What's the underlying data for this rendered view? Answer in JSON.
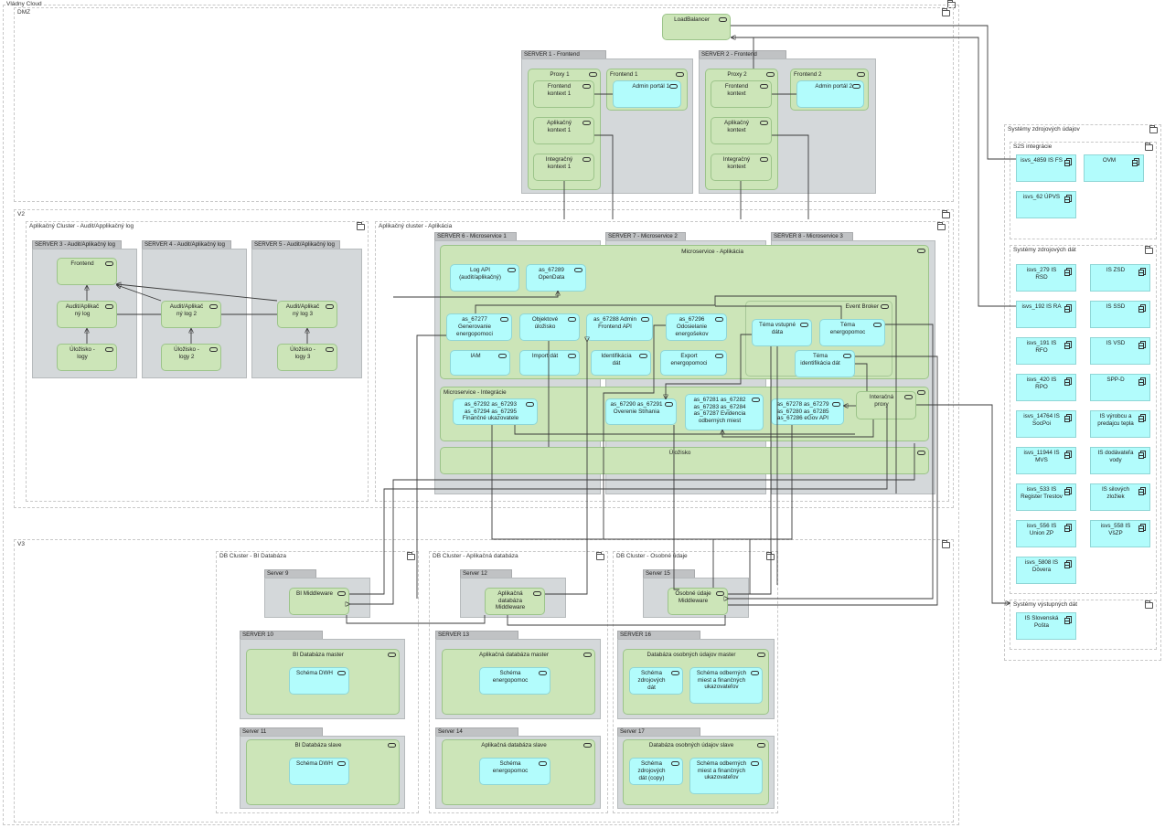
{
  "groups": {
    "vladny_cloud": "Vládny Cloud",
    "dmz": "DMZ",
    "v2": "V2",
    "v3": "V3",
    "audit_cluster": "Aplikačný Cluster - Audit/Applikačný log",
    "app_cluster": "Aplikačný cluster - Aplikácia",
    "db_bi": "DB Cluster - BI Databáza",
    "db_app": "DB Cluster - Aplikačná databáza",
    "db_personal": "DB Cluster - Osobné údaje",
    "source_systems": "Systémy zdrojových údajov",
    "s2s": "S2S integrácie",
    "source_data": "Systémy zdrojových dát",
    "output_data": "Systémy výstupných dát"
  },
  "dmz": {
    "loadbalancer": "LoadBalancer",
    "server1": {
      "tab": "SERVER 1 - Frontend",
      "proxy": "Proxy 1",
      "frontend_ctx": "Frontend kontext 1",
      "app_ctx": "Aplikačný kontext 1",
      "int_ctx": "Integračný kontext 1",
      "frontend": "Frontend 1",
      "admin": "Admin portál 1"
    },
    "server2": {
      "tab": "SERVER 2 - Frontend",
      "proxy": "Proxy 2",
      "frontend_ctx": "Frontend kontext",
      "app_ctx": "Aplikačný kontext",
      "int_ctx": "Integračný kontext",
      "frontend": "Frontend 2",
      "admin": "Admin portál 2"
    }
  },
  "audit": {
    "server3": {
      "tab": "SERVER 3 - Audit/Aplikačný log",
      "frontend": "Frontend",
      "log": "Audit/Aplikač ný log",
      "storage": "Úložisko - logy"
    },
    "server4": {
      "tab": "SERVER 4 - Audit/Aplikačný log",
      "log": "Audit/Aplikač ný log 2",
      "storage": "Úložisko - logy 2"
    },
    "server5": {
      "tab": "SERVER 5 - Audit/Aplikačný log",
      "log": "Audit/Aplikač ný log 3",
      "storage": "Úložisko - logy 3"
    }
  },
  "app": {
    "server6_tab": "SERVER 6 - Microservice 1",
    "server7_tab": "SERVER 7 - Microservice 2",
    "server8_tab": "SERVER 8 - Microservice 3",
    "ms_app": "Microservice - Aplikácia",
    "log_api": "Log API (audit/aplikačný)",
    "opendata": "as_67289 OpenData",
    "generovanie": "as_67277 Generovanie energopomoci",
    "objektove": "Objektové úložisko",
    "admin_api": "as_67288 Admin Frontend API",
    "odosielanie": "as_67296 Odosielanie energošekov",
    "iam": "IAM",
    "import": "Import dát",
    "identifikacia": "Identifikácia dát",
    "export": "Export energopomoci",
    "event_broker": "Event Broker",
    "tema_vstupne": "Téma vstupné dáta",
    "tema_energo": "Téma energopomoc",
    "tema_ident": "Téma identifikácia dát",
    "ms_int": "Microservice - Integrácie",
    "financne": "as_67292 as_67293 as_67294 as_67295 Finančné ukazovatele",
    "overenie": "as_67290 as_67291 Overenie Stíhania",
    "evidencia": "as_67281 as_67282 as_67283 as_67284 as_67287 Evidencia odberných miest",
    "egov": "as_67278 as_67279 as_67280 as_67285 as_67286 eGov API",
    "int_proxy": "Interačná proxy",
    "storage": "Úložisko"
  },
  "db": {
    "server9": {
      "tab": "Server 9",
      "mw": "BI Middleware"
    },
    "server10": {
      "tab": "SERVER 10",
      "db": "BI Databáza master",
      "schema": "Schéma DWH"
    },
    "server11": {
      "tab": "Server 11",
      "db": "BI Databáza slave",
      "schema": "Schéma DWH"
    },
    "server12": {
      "tab": "Server 12",
      "mw": "Aplikačná databáza Middleware"
    },
    "server13": {
      "tab": "SERVER 13",
      "db": "Aplikačná databáza master",
      "schema": "Schéma energopomoc"
    },
    "server14": {
      "tab": "Server 14",
      "db": "Aplikačná databáza slave",
      "schema": "Schéma energopomoc"
    },
    "server15": {
      "tab": "Server 15",
      "mw": "Osobné údaje Middleware"
    },
    "server16": {
      "tab": "SERVER 16",
      "db": "Databáza osobných údajov master",
      "schema1": "Schéma zdrojových dát",
      "schema2": "Schéma odberných miest a finančných ukazovateľov"
    },
    "server17": {
      "tab": "Server 17",
      "db": "Databáza osobných údajov slave",
      "schema1": "Schéma zdrojových dát (copy)",
      "schema2": "Schéma odberných miest a finančných ukazovateľov"
    }
  },
  "external": {
    "s2s": [
      "isvs_4859 IS FS",
      "OVM",
      "isvs_62 ÚPVS"
    ],
    "source": [
      "isvs_279 IS RSD",
      "IS ZSD",
      "isvs_192 IS RA",
      "IS SSD",
      "isvs_191 IS RFO",
      "IS VSD",
      "isvs_420 IS RPO",
      "SPP-D",
      "isvs_14764 IS SocPoi",
      "IS výrobcu a predajcu tepla",
      "isvs_11944 IS MVS",
      "IS dodávateľa vody",
      "isvs_533 IS Register Trestov",
      "IS silových zložiek",
      "isvs_556 IS Union ZP",
      "isvs_558 IS VšZP",
      "isvs_5808 IS Dôvera"
    ],
    "output": [
      "IS Slovenská Pošta"
    ]
  }
}
